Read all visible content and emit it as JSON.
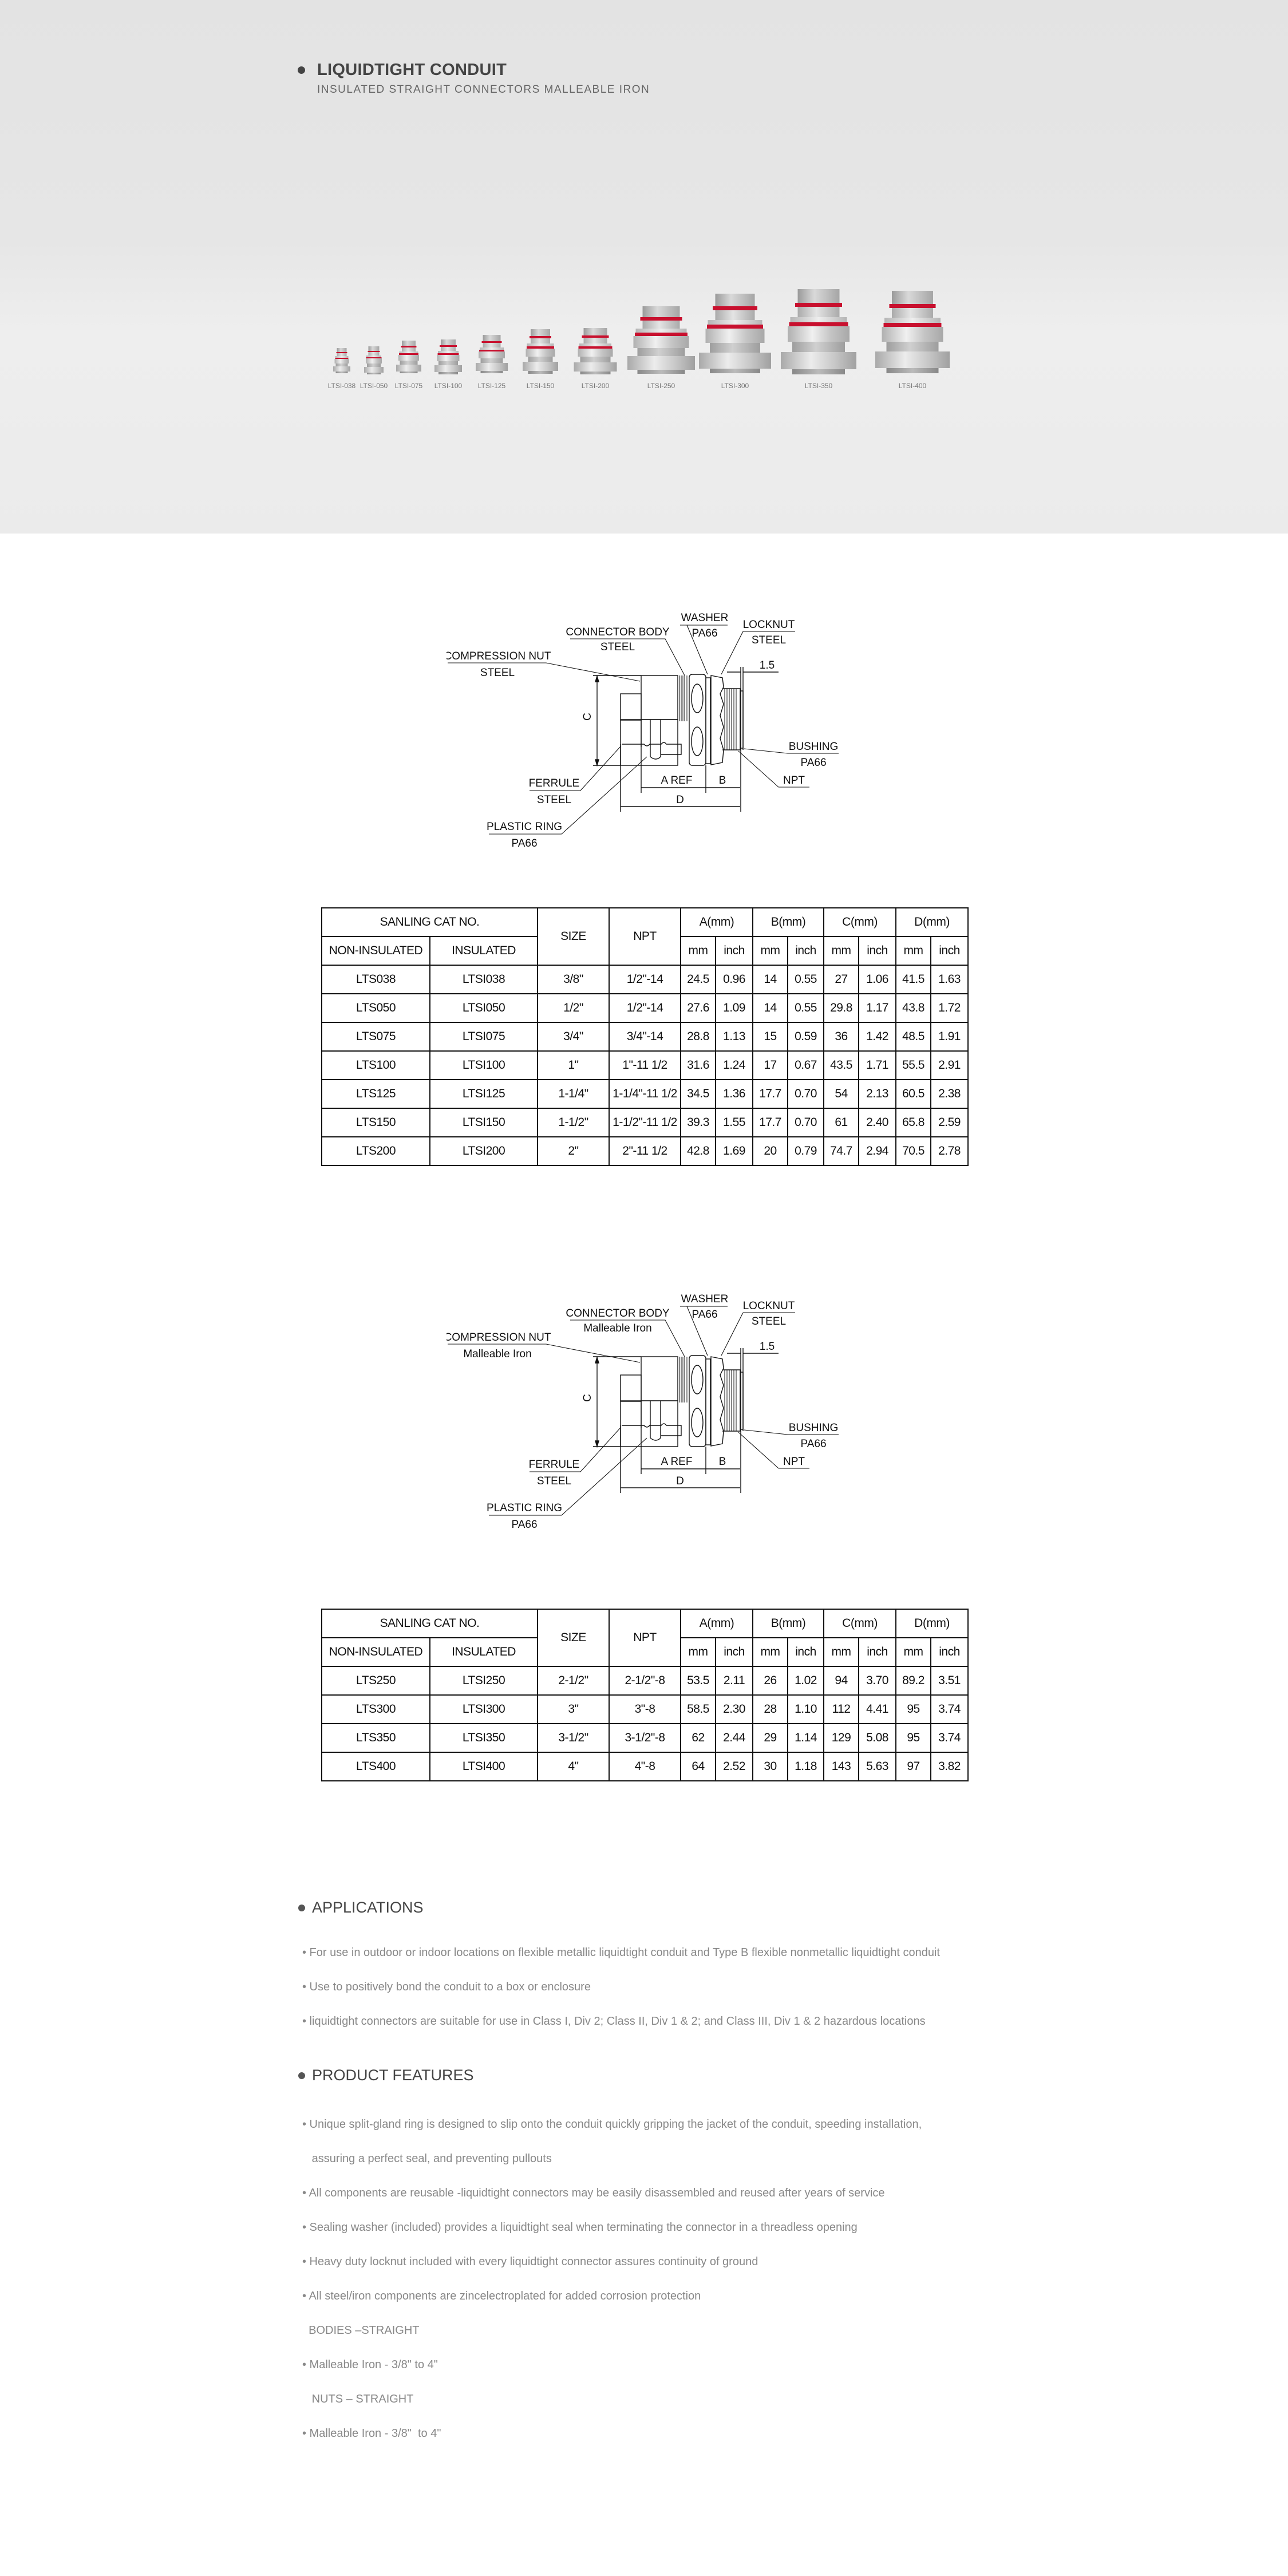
{
  "header": {
    "title": "LIQUIDTIGHT CONDUIT",
    "subtitle": "INSULATED STRAIGHT CONNECTORS MALLEABLE IRON"
  },
  "products": [
    "LTSI-038",
    "LTSI-050",
    "LTSI-075",
    "LTSI-100",
    "LTSI-125",
    "LTSI-150",
    "LTSI-200",
    "LTSI-250",
    "LTSI-300",
    "LTSI-350",
    "LTSI-400"
  ],
  "colors": {
    "accent_red": "#c8102e",
    "text_dark": "#444444",
    "text_muted": "#888888"
  },
  "diagram1": {
    "washer": "WASHER",
    "washer_mat": "PA66",
    "locknut": "LOCKNUT",
    "locknut_mat": "STEEL",
    "connector_body": "CONNECTOR BODY",
    "connector_body_mat": "STEEL",
    "compression_nut": "COMPRESSION NUT",
    "compression_nut_mat": "STEEL",
    "dim_15": "1.5",
    "dim_c": "C",
    "bushing": "BUSHING",
    "bushing_mat": "PA66",
    "npt": "NPT",
    "ferrule": "FERRULE",
    "ferrule_mat": "STEEL",
    "a_ref": "A  REF",
    "dim_b": "B",
    "dim_d": "D",
    "plastic_ring": "PLASTIC  RING",
    "plastic_ring_mat": "PA66"
  },
  "diagram2": {
    "washer": "WASHER",
    "washer_mat": "PA66",
    "locknut": "LOCKNUT",
    "locknut_mat": "STEEL",
    "connector_body": "CONNECTOR BODY",
    "connector_body_mat": "Malleable Iron",
    "compression_nut": "COMPRESSION NUT",
    "compression_nut_mat": "Malleable Iron",
    "dim_15": "1.5",
    "dim_c": "C",
    "bushing": "BUSHING",
    "bushing_mat": "PA66",
    "npt": "NPT",
    "ferrule": "FERRULE",
    "ferrule_mat": "STEEL",
    "a_ref": "A  REF",
    "dim_b": "B",
    "dim_d": "D",
    "plastic_ring": "PLASTIC  RING",
    "plastic_ring_mat": "PA66"
  },
  "table_headers": {
    "cat_no": "SANLING CAT NO.",
    "non_insulated": "NON-INSULATED",
    "insulated": "INSULATED",
    "size": "SIZE",
    "npt": "NPT",
    "a": "A(mm)",
    "b": "B(mm)",
    "c": "C(mm)",
    "d": "D(mm)",
    "mm": "mm",
    "inch": "inch"
  },
  "table1": [
    [
      "LTS038",
      "LTSI038",
      "3/8\"",
      "1/2\"-14",
      "24.5",
      "0.96",
      "14",
      "0.55",
      "27",
      "1.06",
      "41.5",
      "1.63"
    ],
    [
      "LTS050",
      "LTSI050",
      "1/2\"",
      "1/2\"-14",
      "27.6",
      "1.09",
      "14",
      "0.55",
      "29.8",
      "1.17",
      "43.8",
      "1.72"
    ],
    [
      "LTS075",
      "LTSI075",
      "3/4\"",
      "3/4\"-14",
      "28.8",
      "1.13",
      "15",
      "0.59",
      "36",
      "1.42",
      "48.5",
      "1.91"
    ],
    [
      "LTS100",
      "LTSI100",
      "1\"",
      "1\"-11 1/2",
      "31.6",
      "1.24",
      "17",
      "0.67",
      "43.5",
      "1.71",
      "55.5",
      "2.91"
    ],
    [
      "LTS125",
      "LTSI125",
      "1-1/4\"",
      "1-1/4\"-11 1/2",
      "34.5",
      "1.36",
      "17.7",
      "0.70",
      "54",
      "2.13",
      "60.5",
      "2.38"
    ],
    [
      "LTS150",
      "LTSI150",
      "1-1/2\"",
      "1-1/2\"-11 1/2",
      "39.3",
      "1.55",
      "17.7",
      "0.70",
      "61",
      "2.40",
      "65.8",
      "2.59"
    ],
    [
      "LTS200",
      "LTSI200",
      "2\"",
      "2\"-11 1/2",
      "42.8",
      "1.69",
      "20",
      "0.79",
      "74.7",
      "2.94",
      "70.5",
      "2.78"
    ]
  ],
  "table2": [
    [
      "LTS250",
      "LTSI250",
      "2-1/2\"",
      "2-1/2\"-8",
      "53.5",
      "2.11",
      "26",
      "1.02",
      "94",
      "3.70",
      "89.2",
      "3.51"
    ],
    [
      "LTS300",
      "LTSI300",
      "3\"",
      "3\"-8",
      "58.5",
      "2.30",
      "28",
      "1.10",
      "112",
      "4.41",
      "95",
      "3.74"
    ],
    [
      "LTS350",
      "LTSI350",
      "3-1/2\"",
      "3-1/2\"-8",
      "62",
      "2.44",
      "29",
      "1.14",
      "129",
      "5.08",
      "95",
      "3.74"
    ],
    [
      "LTS400",
      "LTSI400",
      "4\"",
      "4\"-8",
      "64",
      "2.52",
      "30",
      "1.18",
      "143",
      "5.63",
      "97",
      "3.82"
    ]
  ],
  "applications": {
    "title": "APPLICATIONS",
    "items": [
      "• For use in outdoor or indoor locations on flexible metallic liquidtight conduit and Type B flexible nonmetallic liquidtight conduit",
      "• Use to positively bond the conduit to a box or enclosure",
      "•  liquidtight connectors are suitable for use in Class I, Div 2; Class II, Div 1 & 2; and Class III, Div 1 & 2 hazardous locations"
    ]
  },
  "features": {
    "title": "PRODUCT FEATURES",
    "items": [
      "• Unique split-gland ring is designed to slip onto the conduit quickly gripping the jacket of the conduit, speeding installation,",
      "   assuring a perfect seal, and preventing pullouts",
      "• All components are reusable -liquidtight connectors may be easily disassembled and reused after years of service",
      "• Sealing washer (included) provides a liquidtight seal when terminating the connector in a threadless opening",
      "• Heavy duty locknut included with every liquidtight connector assures continuity of ground",
      "• All steel/iron components are zincelectroplated for added corrosion protection",
      "  BODIES –STRAIGHT",
      "• Malleable Iron - 3/8\" to 4\"",
      "   NUTS – STRAIGHT",
      "• Malleable Iron - 3/8\"  to 4\""
    ]
  }
}
